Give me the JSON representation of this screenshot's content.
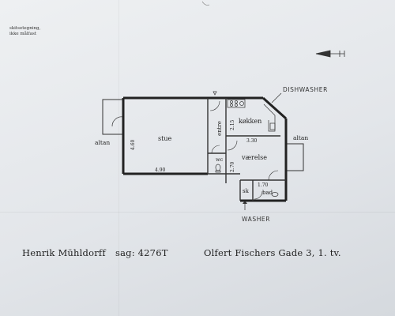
{
  "notes": {
    "line1": "skitsetegning,",
    "line2": "ikke målfast"
  },
  "rooms": {
    "stue": "stue",
    "kokken": "køkken",
    "entre": "entre",
    "vaerelse": "værelse",
    "wc": "wc",
    "sk": "sk",
    "bad": "bad",
    "altan_left": "altan",
    "altan_right": "altan"
  },
  "dimensions": {
    "stue_height": "4.60",
    "stue_width": "4.90",
    "kokken_height": "2.15",
    "vaerelse_width": "3.30",
    "vaerelse_height": "2.70",
    "bad_width": "1.70"
  },
  "annotations": {
    "dishwasher": "DISHWASHER",
    "washer": "WASHER"
  },
  "footer": {
    "architect": "Henrik Mühldorff",
    "case": "sag:  4276T",
    "address": "Olfert Fischers Gade 3, 1. tv."
  }
}
